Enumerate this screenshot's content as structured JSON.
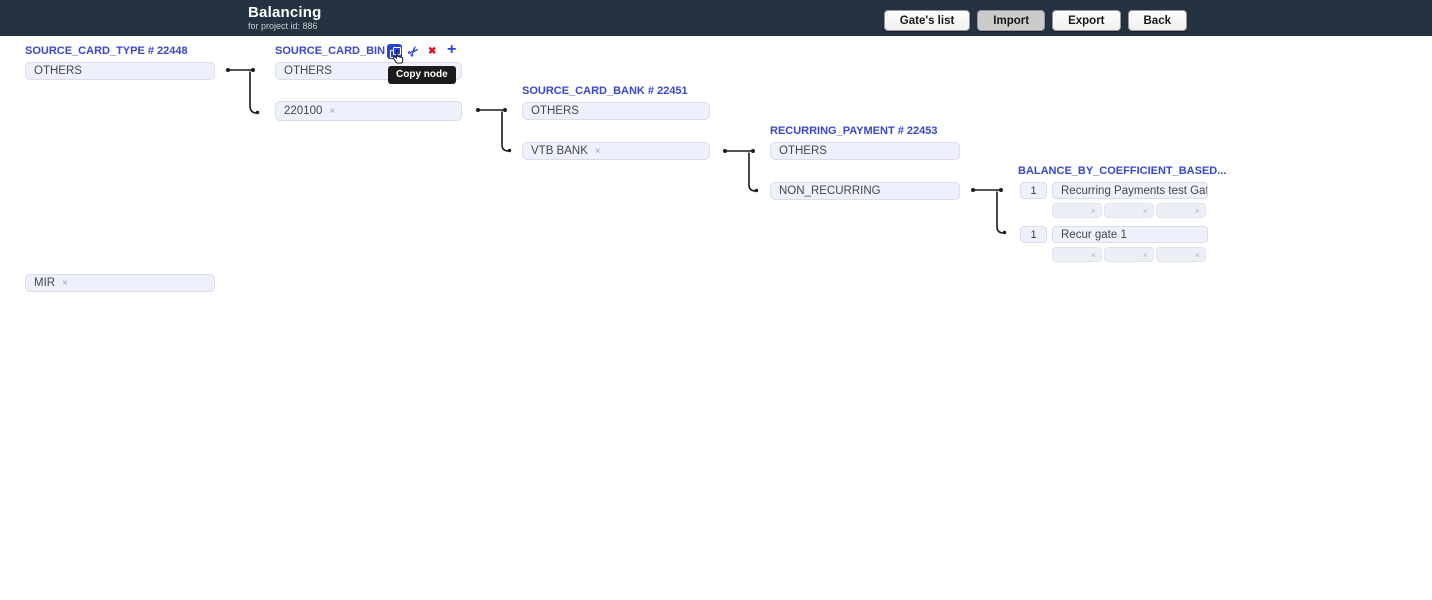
{
  "header": {
    "title": "Balancing",
    "subtitle": "for project id: 886",
    "buttons": [
      {
        "label": "Gate's list"
      },
      {
        "label": "Import"
      },
      {
        "label": "Export"
      },
      {
        "label": "Back"
      }
    ]
  },
  "tooltip": {
    "text": "Copy node"
  },
  "icons": {
    "remove": "×",
    "cut": "✂",
    "delete": "✖",
    "add": "+"
  },
  "colors": {
    "header_bg": "#253240",
    "accent_blue": "#3847cb",
    "icon_blue": "#2742df",
    "icon_red": "#dd1126",
    "node_bg": "#eef0fb",
    "node_border": "#d9dcea"
  },
  "columns": [
    {
      "title": "SOURCE_CARD_TYPE # 22448",
      "nodes": [
        {
          "label": "OTHERS"
        },
        {
          "label": "MIR",
          "removable": true
        }
      ]
    },
    {
      "title": "SOURCE_CARD_BIN ...",
      "toolbar": [
        "copy-node",
        "cut-node",
        "delete-node",
        "add-node"
      ],
      "nodes": [
        {
          "label": "OTHERS"
        },
        {
          "label": "220100",
          "removable": true
        }
      ]
    },
    {
      "title": "SOURCE_CARD_BANK # 22451",
      "nodes": [
        {
          "label": "OTHERS"
        },
        {
          "label": "VTB BANK",
          "removable": true
        }
      ]
    },
    {
      "title": "RECURRING_PAYMENT # 22453",
      "nodes": [
        {
          "label": "OTHERS"
        },
        {
          "label": "NON_RECURRING"
        }
      ]
    },
    {
      "title": "BALANCE_BY_COEFFICIENT_BASED...",
      "gates": [
        {
          "coefficient": "1",
          "name": "Recurring Payments test Gate"
        },
        {
          "coefficient": "1",
          "name": "Recur gate 1"
        }
      ]
    }
  ]
}
